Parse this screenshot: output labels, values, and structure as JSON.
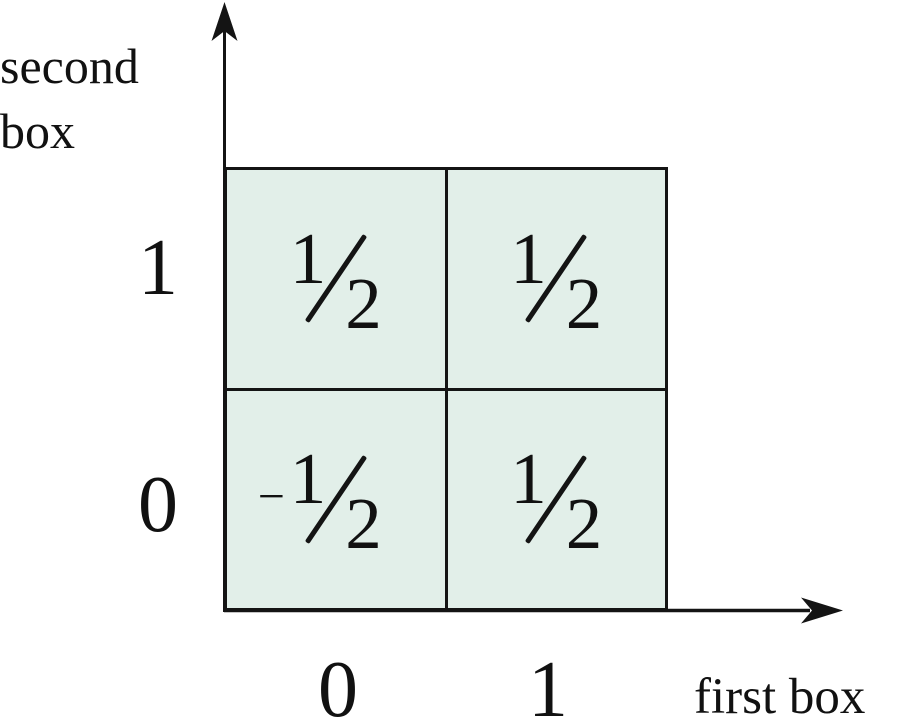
{
  "figure": {
    "y_axis_label": "second box",
    "x_axis_label": "first box",
    "row_labels": [
      "1",
      "0"
    ],
    "col_labels": [
      "0",
      "1"
    ],
    "cells": [
      {
        "sign": "",
        "num": "1",
        "den": "2"
      },
      {
        "sign": "",
        "num": "1",
        "den": "2"
      },
      {
        "sign": "−",
        "num": "1",
        "den": "2"
      },
      {
        "sign": "",
        "num": "1",
        "den": "2"
      }
    ],
    "matrix_values_top_to_bottom": [
      [
        "1/2",
        "1/2"
      ],
      [
        "-1/2",
        "1/2"
      ]
    ]
  },
  "colors": {
    "background": "#ffffff",
    "cell_fill": "#e2efe9",
    "line": "#141414",
    "text": "#111111"
  }
}
